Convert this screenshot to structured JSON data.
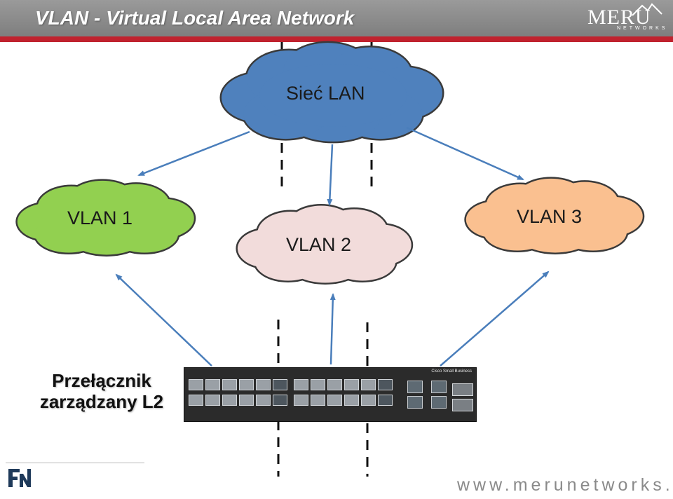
{
  "header": {
    "title": "VLAN - Virtual Local Area Network",
    "logo_text": "MERU",
    "logo_subtext": "NETWORKS",
    "colors": {
      "bar": "#8a8a8a",
      "stripe": "#c0222e"
    }
  },
  "diagram": {
    "nodes": [
      {
        "id": "lan",
        "label": "Sieć LAN",
        "color": "#4f81bd"
      },
      {
        "id": "vlan1",
        "label": "VLAN 1",
        "color": "#92d050"
      },
      {
        "id": "vlan2",
        "label": "VLAN 2",
        "color": "#f2dcdb"
      },
      {
        "id": "vlan3",
        "label": "VLAN 3",
        "color": "#fac090"
      }
    ],
    "edges": [
      {
        "from": "lan",
        "to": "vlan1"
      },
      {
        "from": "lan",
        "to": "vlan2"
      },
      {
        "from": "lan",
        "to": "vlan3"
      },
      {
        "from": "switch",
        "to": "vlan1"
      },
      {
        "from": "switch",
        "to": "vlan2"
      },
      {
        "from": "switch",
        "to": "vlan3"
      }
    ],
    "arrow_color": "#4a7ebb"
  },
  "switch": {
    "label_line1": "Przełącznik",
    "label_line2": "zarządzany L2",
    "brand": "Cisco Small Business"
  },
  "footer": {
    "url": "www.merunetworks.pl",
    "logo_text": "FN"
  }
}
